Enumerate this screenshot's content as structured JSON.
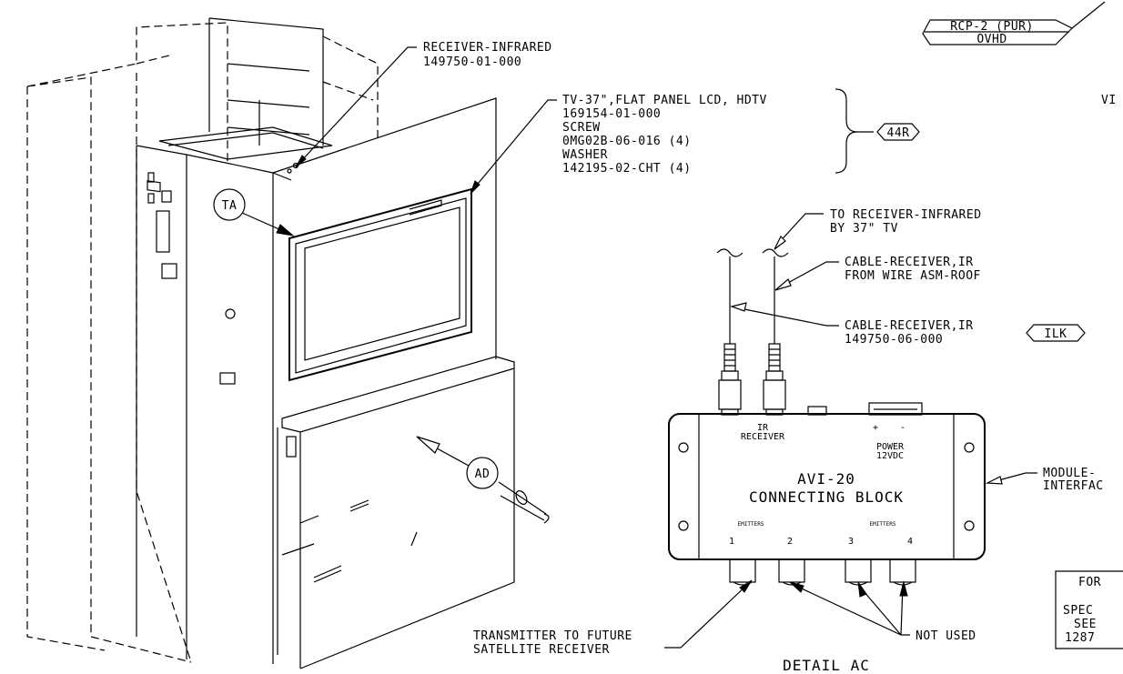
{
  "callouts": {
    "receiver_infrared": {
      "line1": "RECEIVER-INFRARED",
      "line2": "149750-01-000"
    },
    "tv": {
      "line1": "TV-37\",FLAT PANEL LCD, HDTV",
      "line2": "169154-01-000",
      "line3": "SCREW",
      "line4": "0MG02B-06-016 (4)",
      "line5": "WASHER",
      "line6": "142195-02-CHT (4)"
    },
    "to_receiver": {
      "line1": "TO RECEIVER-INFRARED",
      "line2": "BY 37\" TV"
    },
    "cable_from_roof": {
      "line1": "CABLE-RECEIVER,IR",
      "line2": "FROM WIRE ASM-ROOF"
    },
    "cable_receiver": {
      "line1": "CABLE-RECEIVER,IR",
      "line2": "149750-06-000"
    },
    "transmitter": {
      "line1": "TRANSMITTER TO FUTURE",
      "line2": "SATELLITE RECEIVER"
    },
    "not_used": "NOT USED",
    "module": {
      "line1": "MODULE-",
      "line2": "INTERFAC"
    },
    "vi_fragment": "VI"
  },
  "tags": {
    "rcp": "RCP-2 (PUR)",
    "ovhd": "OVHD",
    "t44r": "44R",
    "ilk": "ILK"
  },
  "view_markers": {
    "ta": "TA",
    "ad": "AD"
  },
  "block": {
    "title": "AVI-20",
    "subtitle": "CONNECTING BLOCK",
    "ir_label1": "IR",
    "ir_label2": "RECEIVER",
    "power_label1": "POWER",
    "power_label2": "12VDC",
    "plus": "+",
    "minus": "-",
    "emitters_left": "EMITTERS",
    "emitters_right": "EMITTERS",
    "port_numbers": [
      "1",
      "2",
      "3",
      "4"
    ]
  },
  "note_box": {
    "line1": "FOR",
    "line2": "SPEC",
    "line3": "SEE",
    "line4": "1287"
  },
  "detail_title": "DETAIL AC"
}
